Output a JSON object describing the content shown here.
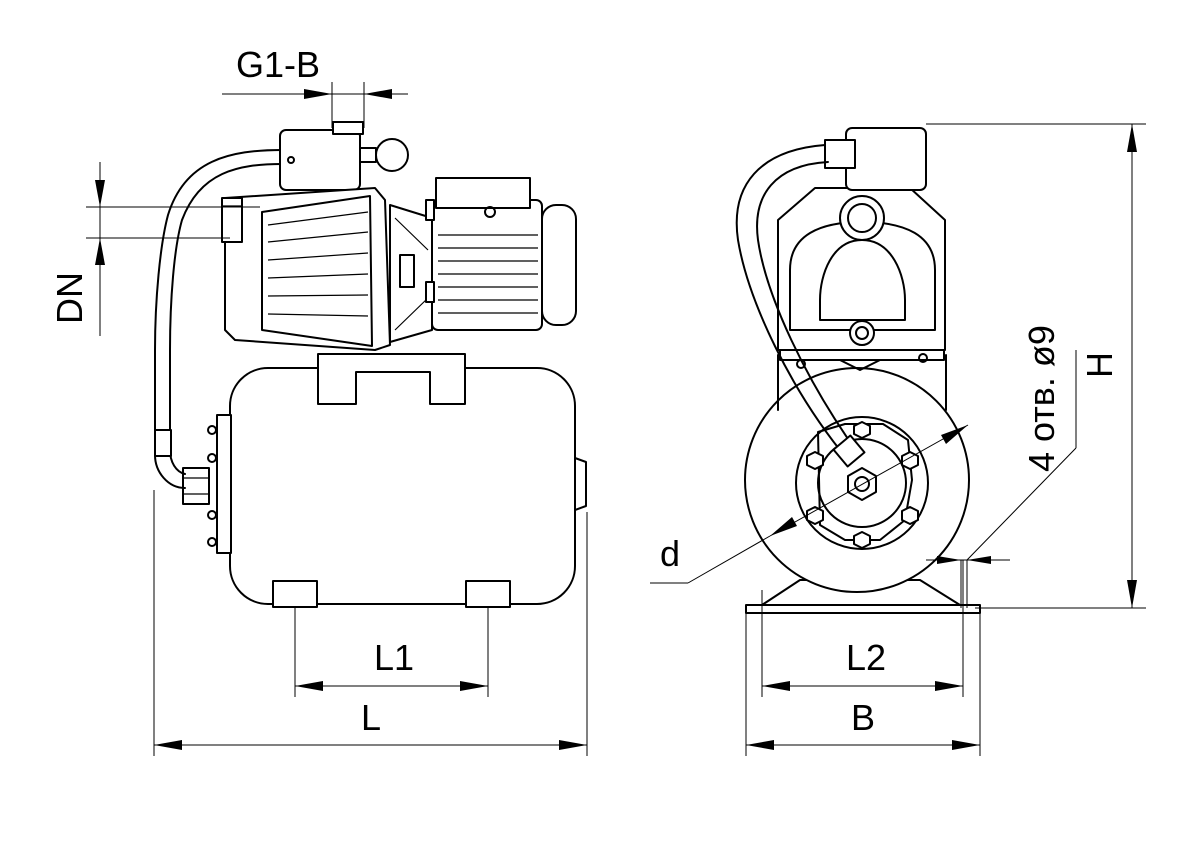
{
  "labels": {
    "g1b": "G1-B",
    "dn": "DN",
    "l1": "L1",
    "l": "L",
    "l2": "L2",
    "b": "B",
    "h": "H",
    "d": "d",
    "holes": "4 отв. ø9"
  },
  "colors": {
    "line": "#000000",
    "background": "#ffffff"
  }
}
